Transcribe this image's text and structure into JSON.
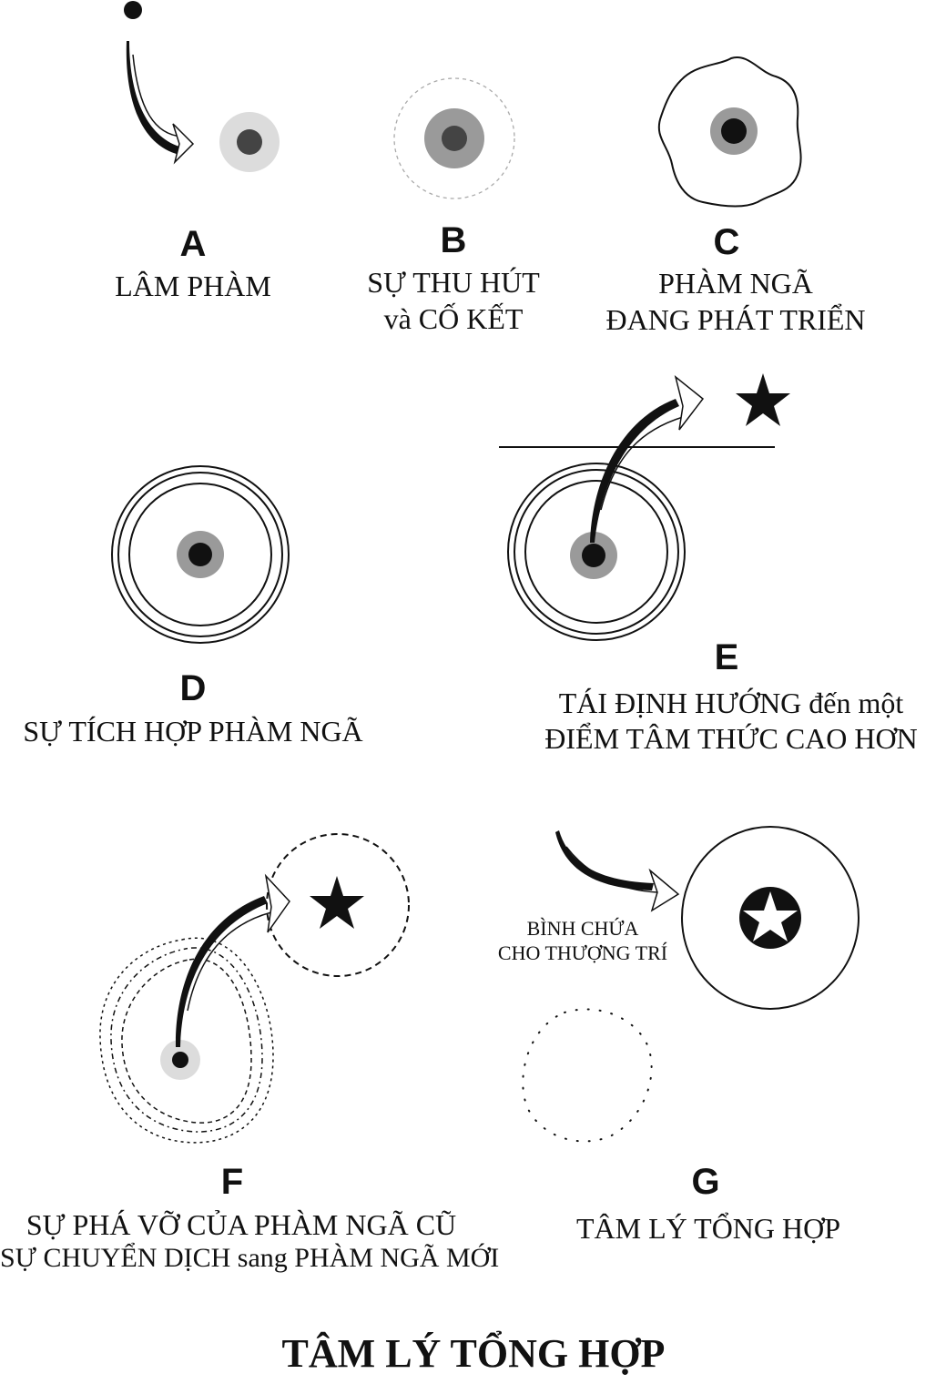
{
  "panels": [
    {
      "letter": "A",
      "lines": [
        "LÂM PHÀM"
      ]
    },
    {
      "letter": "B",
      "lines": [
        "SỰ THU HÚT",
        "và CỐ KẾT"
      ]
    },
    {
      "letter": "C",
      "lines": [
        "PHÀM NGÃ",
        "ĐANG PHÁT TRIỂN"
      ]
    },
    {
      "letter": "D",
      "lines": [
        "SỰ TÍCH HỢP PHÀM NGÃ"
      ]
    },
    {
      "letter": "E",
      "lines": [
        "TÁI ĐỊNH HƯỚNG đến một",
        "ĐIỂM TÂM THỨC CAO HƠN"
      ]
    },
    {
      "letter": "F",
      "lines": [
        "SỰ PHÁ VỠ CỦA PHÀM NGÃ CŨ",
        "SỰ CHUYỂN DỊCH sang PHÀM NGÃ MỚI"
      ]
    },
    {
      "letter": "G",
      "lines": [
        "TÂM LÝ TỔNG HỢP"
      ]
    }
  ],
  "g_vessel_label": [
    "BÌNH CHỨA",
    "CHO THƯỢNG TRÍ"
  ],
  "main_title": "TÂM LÝ TỔNG HỢP",
  "colors": {
    "ink": "#111111",
    "dark_core": "#444444",
    "mid_gray": "#9a9a9a",
    "light_gray": "#dcdcdc"
  }
}
